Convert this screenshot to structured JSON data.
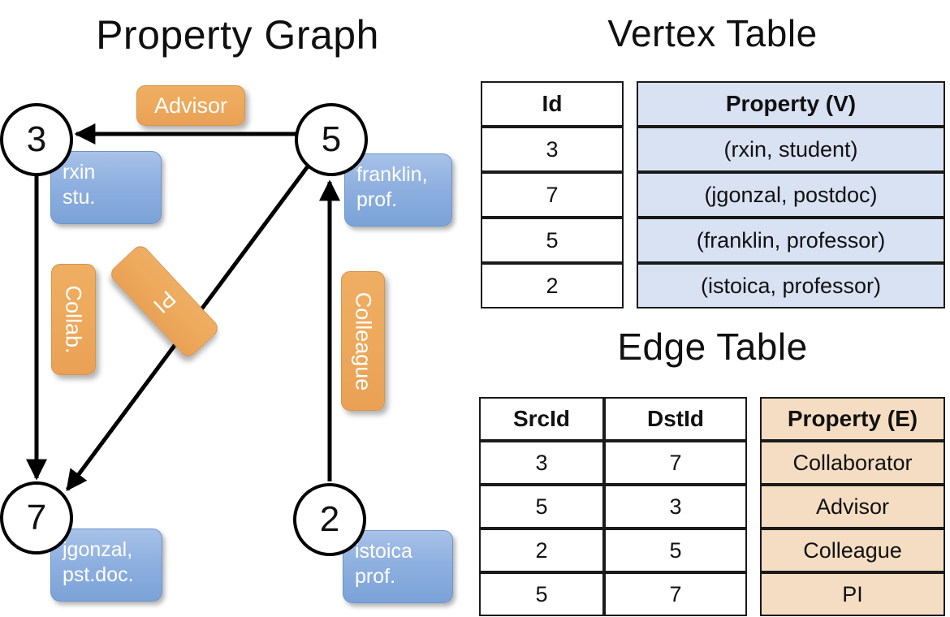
{
  "titles": {
    "property_graph": "Property Graph",
    "vertex_table": "Vertex Table",
    "edge_table": "Edge Table"
  },
  "graph": {
    "nodes": [
      {
        "id": "3",
        "property": "rxin\nstu."
      },
      {
        "id": "5",
        "property": "franklin,\nprof."
      },
      {
        "id": "7",
        "property": "jgonzal,\npst.doc."
      },
      {
        "id": "2",
        "property": "istoica\nprof."
      }
    ],
    "node_labels": {
      "n3_line1": "rxin",
      "n3_line2": "stu.",
      "n5_line1": "franklin,",
      "n5_line2": "prof.",
      "n7_line1": "jgonzal,",
      "n7_line2": "pst.doc.",
      "n2_line1": "istoica",
      "n2_line2": "prof."
    },
    "node_ids": {
      "n3": "3",
      "n5": "5",
      "n7": "7",
      "n2": "2"
    },
    "edge_labels": {
      "advisor": "Advisor",
      "collab": "Collab.",
      "pi": "PI",
      "colleague": "Colleague"
    },
    "edges": [
      {
        "src": "5",
        "dst": "3",
        "label": "Advisor"
      },
      {
        "src": "3",
        "dst": "7",
        "label": "Collab."
      },
      {
        "src": "5",
        "dst": "7",
        "label": "PI"
      },
      {
        "src": "2",
        "dst": "5",
        "label": "Colleague"
      }
    ]
  },
  "vertex_table": {
    "headers": {
      "id": "Id",
      "property": "Property (V)"
    },
    "rows": [
      {
        "id": "3",
        "property": "(rxin, student)"
      },
      {
        "id": "7",
        "property": "(jgonzal, postdoc)"
      },
      {
        "id": "5",
        "property": "(franklin, professor)"
      },
      {
        "id": "2",
        "property": "(istoica, professor)"
      }
    ]
  },
  "edge_table": {
    "headers": {
      "src": "SrcId",
      "dst": "DstId",
      "property": "Property (E)"
    },
    "rows": [
      {
        "src": "3",
        "dst": "7",
        "property": "Collaborator"
      },
      {
        "src": "5",
        "dst": "3",
        "property": "Advisor"
      },
      {
        "src": "2",
        "dst": "5",
        "property": "Colleague"
      },
      {
        "src": "5",
        "dst": "7",
        "property": "PI"
      }
    ]
  },
  "colors": {
    "vertex_property_bg": "#d9e2f3",
    "edge_property_bg": "#f4ddc2",
    "vertex_box": "#8fb0e0",
    "edge_box": "#eeaa5d",
    "stroke": "#000000"
  }
}
